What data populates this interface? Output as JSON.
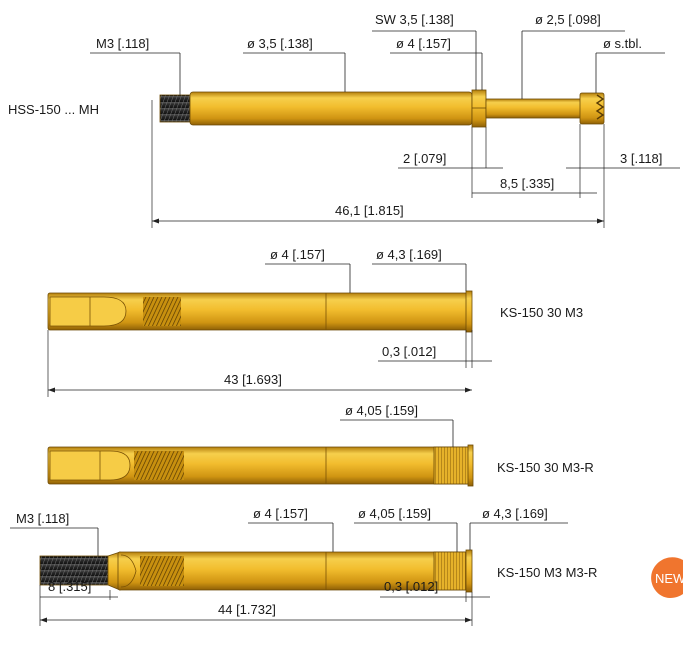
{
  "colors": {
    "brass_light": "#f3c43a",
    "brass_mid": "#d9a019",
    "brass_dark": "#9c6a08",
    "thread": "#2b2b2b",
    "new_badge": "#f0752e"
  },
  "hss": {
    "label": "HSS-150 ... MH",
    "dim_m3": "M3 [.118]",
    "dim_d35": "ø 3,5 [.138]",
    "dim_sw": "SW 3,5 [.138]",
    "dim_d4": "ø 4 [.157]",
    "dim_d25": "ø 2,5 [.098]",
    "dim_stbl": "ø s.tbl.",
    "dim_2": "2 [.079]",
    "dim_3": "3 [.118]",
    "dim_85": "8,5 [.335]",
    "dim_total": "46,1 [1.815]"
  },
  "ks1": {
    "label": "KS-150 30 M3",
    "dim_d4": "ø 4 [.157]",
    "dim_d43": "ø 4,3 [.169]",
    "dim_03": "0,3 [.012]",
    "dim_total": "43 [1.693]"
  },
  "ks2": {
    "label": "KS-150 30 M3-R",
    "dim_d405": "ø 4,05 [.159]"
  },
  "ks3": {
    "label": "KS-150 M3 M3-R",
    "dim_m3": "M3 [.118]",
    "dim_d4": "ø 4 [.157]",
    "dim_d405": "ø 4,05 [.159]",
    "dim_d43": "ø 4,3 [.169]",
    "dim_8": "8 [.315]",
    "dim_03": "0,3 [.012]",
    "dim_total": "44 [1.732]",
    "badge": "NEW"
  }
}
